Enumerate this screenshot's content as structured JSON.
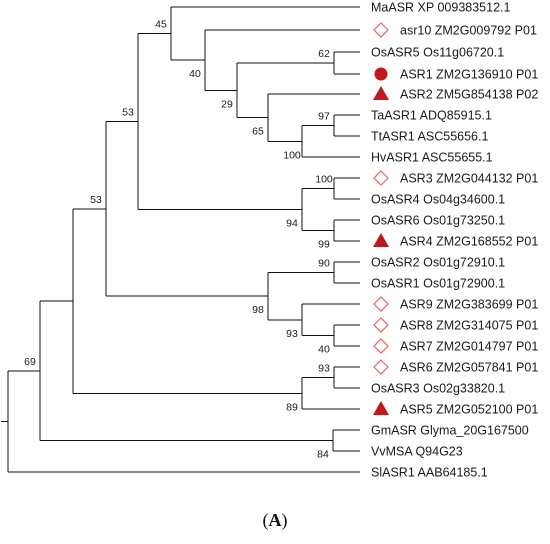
{
  "tree": {
    "leaves": [
      {
        "label": "MaASR XP 009383512.1",
        "marker": "none"
      },
      {
        "label": "asr10 ZM2G009792 P01",
        "marker": "diamond"
      },
      {
        "label": "OsASR5 Os11g06720.1",
        "marker": "none"
      },
      {
        "label": "ASR1 ZM2G136910 P01",
        "marker": "circle"
      },
      {
        "label": "ASR2 ZM5G854138 P02",
        "marker": "triangle"
      },
      {
        "label": "TaASR1 ADQ85915.1",
        "marker": "none"
      },
      {
        "label": "TtASR1 ASC55656.1",
        "marker": "none"
      },
      {
        "label": "HvASR1 ASC55655.1",
        "marker": "none"
      },
      {
        "label": "ASR3 ZM2G044132 P01",
        "marker": "diamond"
      },
      {
        "label": "OsASR4 Os04g34600.1",
        "marker": "none"
      },
      {
        "label": "OsASR6 Os01g73250.1",
        "marker": "none"
      },
      {
        "label": "ASR4 ZM2G168552 P01",
        "marker": "triangle"
      },
      {
        "label": "OsASR2 Os01g72910.1",
        "marker": "none"
      },
      {
        "label": "OsASR1 Os01g72900.1",
        "marker": "none"
      },
      {
        "label": "ASR9 ZM2G383699 P01",
        "marker": "diamond"
      },
      {
        "label": "ASR8 ZM2G314075 P01",
        "marker": "diamond"
      },
      {
        "label": "ASR7 ZM2G014797 P01",
        "marker": "diamond"
      },
      {
        "label": "ASR6 ZM2G057841 P01",
        "marker": "diamond"
      },
      {
        "label": "OsASR3 Os02g33820.1",
        "marker": "none"
      },
      {
        "label": "ASR5 ZM2G052100 P01",
        "marker": "triangle"
      },
      {
        "label": "GmASR Glyma_20G167500",
        "marker": "none"
      },
      {
        "label": "VvMSA Q94G23",
        "marker": "none"
      },
      {
        "label": "SlASR1 AAB64185.1",
        "marker": "none"
      }
    ],
    "support_values": [
      "45",
      "40",
      "62",
      "29",
      "97",
      "65",
      "100",
      "53",
      "100",
      "94",
      "99",
      "53",
      "90",
      "98",
      "93",
      "40",
      "93",
      "89",
      "69",
      "84"
    ],
    "marker_colors": {
      "circle": "#c0191b",
      "triangle": "#c0191b",
      "diamond": "#e06666"
    },
    "line_color": "#111111"
  },
  "caption": {
    "paren_open": "(",
    "letter": "A",
    "paren_close": ")"
  }
}
